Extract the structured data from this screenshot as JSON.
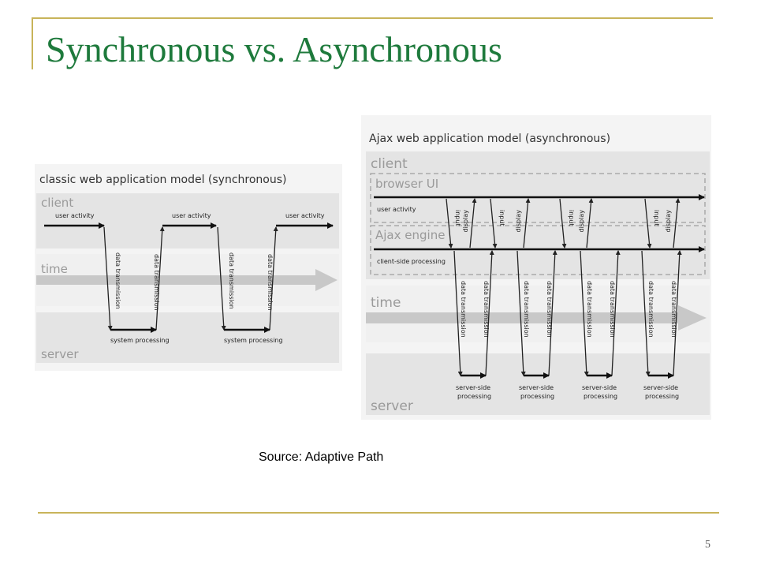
{
  "slide": {
    "title": "Synchronous vs. Asynchronous",
    "source": "Source: Adaptive Path",
    "page_number": "5"
  },
  "sync": {
    "title": "classic web application model (synchronous)",
    "client": "client",
    "time": "time",
    "server": "server",
    "user_activity": "user activity",
    "data_transmission": "data transmission",
    "system_processing": "system processing"
  },
  "async": {
    "title": "Ajax web application model (asynchronous)",
    "client": "client",
    "browser_ui": "browser UI",
    "user_activity": "user activity",
    "ajax_engine": "Ajax engine",
    "client_processing": "client-side processing",
    "time": "time",
    "server": "server",
    "input": "input",
    "display": "display",
    "data_transmission": "data transmission",
    "server_side": "server-side",
    "processing": "processing"
  },
  "colors": {
    "title": "#1e7a3c",
    "rule": "#c8b45a",
    "band": "#e4e4e4",
    "time_arrow": "#c8c8c8"
  }
}
